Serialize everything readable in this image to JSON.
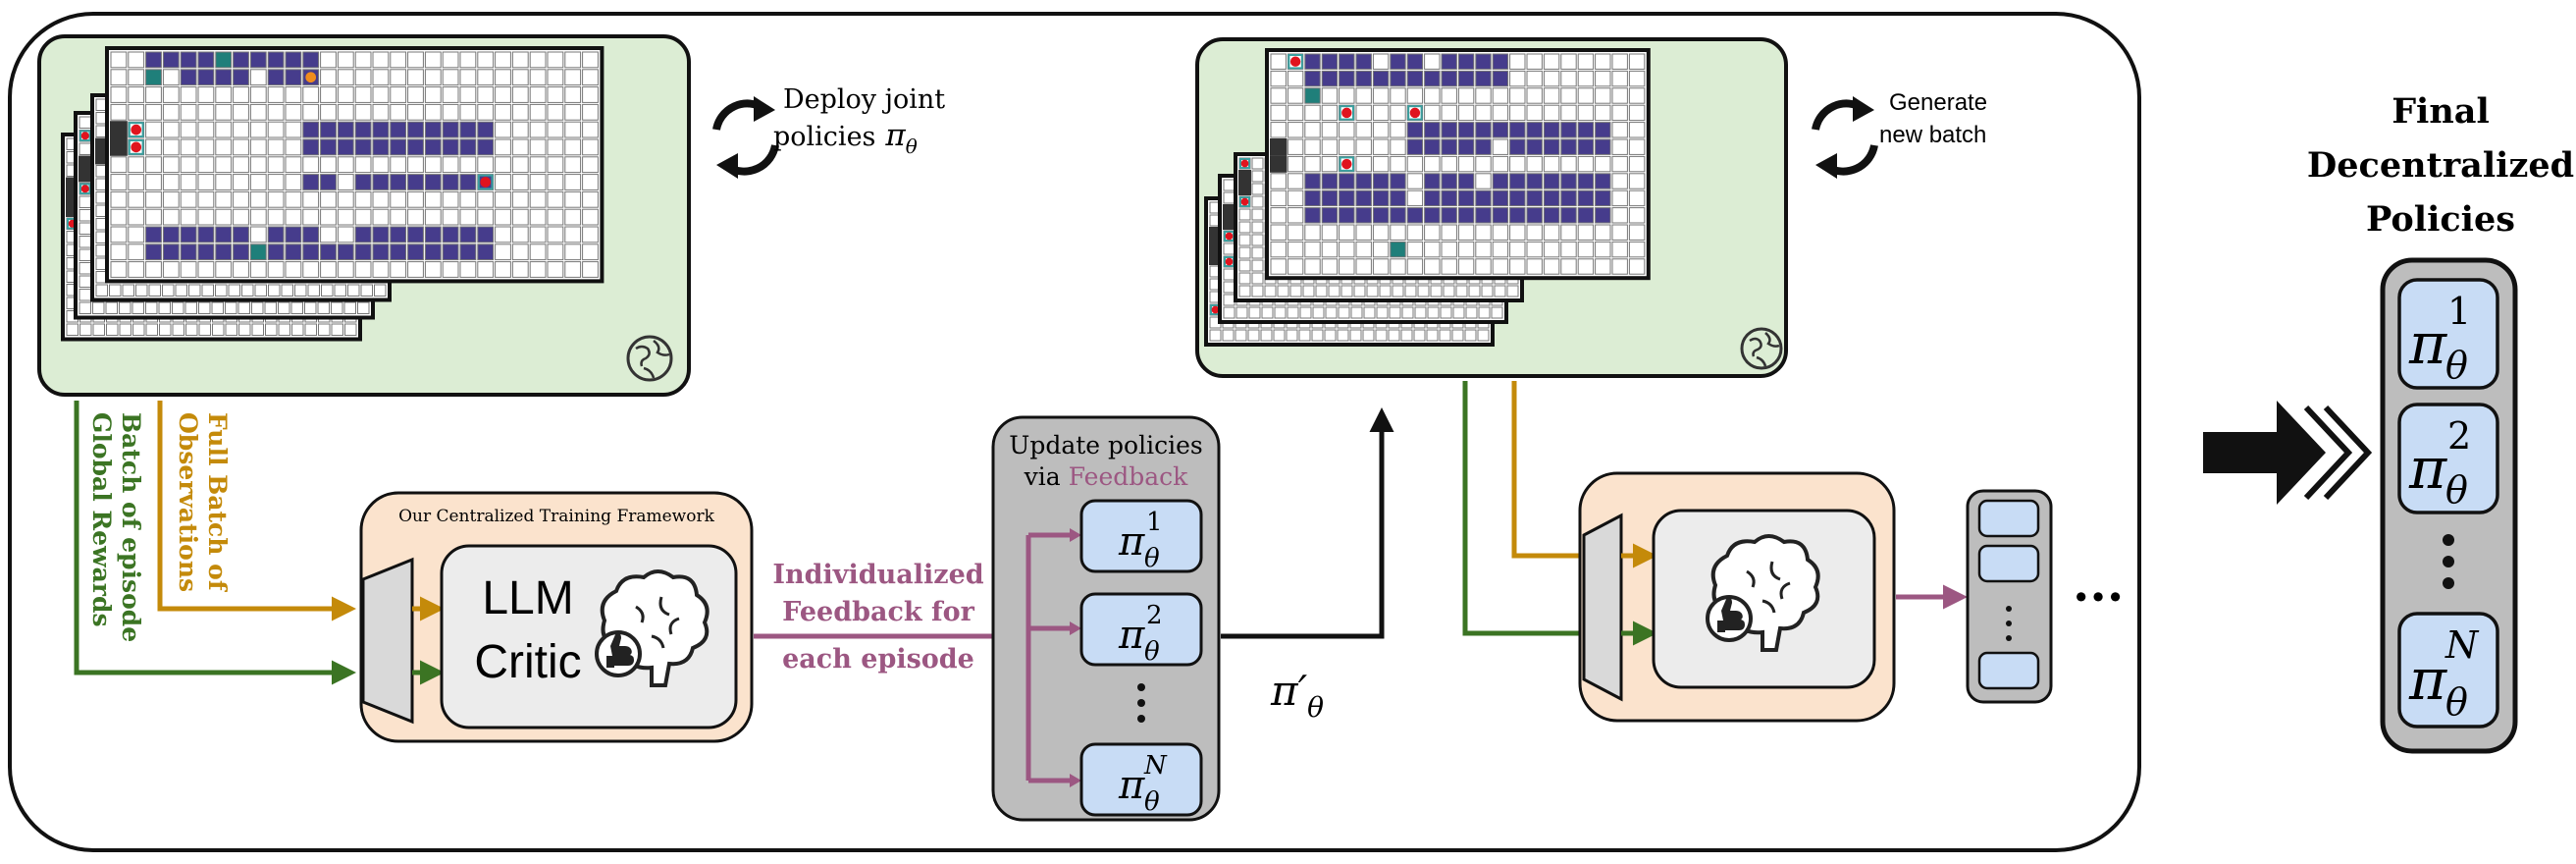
{
  "colors": {
    "grid_fill": "#463c8c",
    "teal_cell": "#1f7f7a",
    "agent_red": "#e0141e",
    "agent_frame": "#3ba0a0",
    "wall": "#333333",
    "env_bg": "#dcedd4",
    "framework_bg": "#fbe3cd",
    "critic_bg": "#ececec",
    "policy_panel": "#bdbdbd",
    "policy_box": "#c8dcf5",
    "green_arrow": "#3b7423",
    "gold_arrow": "#c48a0a",
    "feedback_arrow": "#9c5782",
    "goal_orange": "#f08c1e"
  },
  "icons": {
    "env": "globe-icon",
    "critic": "brain-thumbs-up-icon",
    "deploy": "circular-arrows-icon",
    "final": "triple-chevron-arrow-icon"
  },
  "labels": {
    "deploy_line1": "Deploy joint",
    "deploy_line2": "policies",
    "deploy_symbol": "π",
    "deploy_sub": "θ",
    "generate_line1": "Generate",
    "generate_line2": "new batch",
    "obs_line1": "Full Batch of",
    "obs_line2": "Observations",
    "rew_line1": "Batch of episode",
    "rew_line2": "Global Rewards",
    "framework_title": "Our Centralized Training Framework",
    "critic_line1": "LLM",
    "critic_line2": "Critic",
    "feedback_line1": "Individualized",
    "feedback_line2": "Feedback for",
    "feedback_line3": "each episode",
    "update_line1": "Update policies",
    "update_via": "via",
    "update_feedback": "Feedback",
    "pi_prime": "π′",
    "pi_prime_sub": "θ",
    "final_line1": "Final",
    "final_line2": "Decentralized",
    "final_line3": "Policies",
    "ellipsis": "···"
  },
  "policies": [
    {
      "sym": "π",
      "sup": "1",
      "sub": "θ"
    },
    {
      "sym": "π",
      "sup": "2",
      "sub": "θ"
    },
    {
      "sym": "π",
      "sup": "N",
      "sub": "θ"
    }
  ]
}
